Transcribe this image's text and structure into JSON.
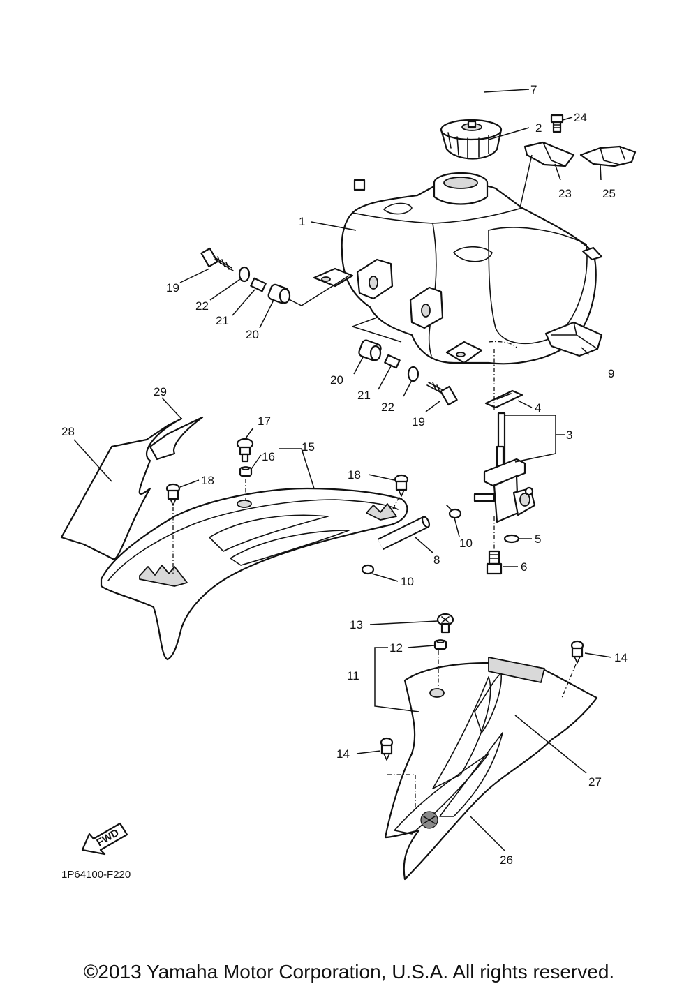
{
  "diagram": {
    "part_code": "1P64100-F220",
    "fwd_label": "FWD",
    "callouts": [
      "1",
      "2",
      "3",
      "4",
      "5",
      "6",
      "7",
      "8",
      "9",
      "10",
      "10",
      "11",
      "12",
      "13",
      "14",
      "14",
      "15",
      "16",
      "17",
      "18",
      "18",
      "19",
      "19",
      "20",
      "20",
      "21",
      "21",
      "22",
      "22",
      "23",
      "24",
      "25",
      "26",
      "27",
      "28",
      "29"
    ]
  },
  "copyright": "©2013 Yamaha Motor Corporation, U.S.A. All rights reserved."
}
